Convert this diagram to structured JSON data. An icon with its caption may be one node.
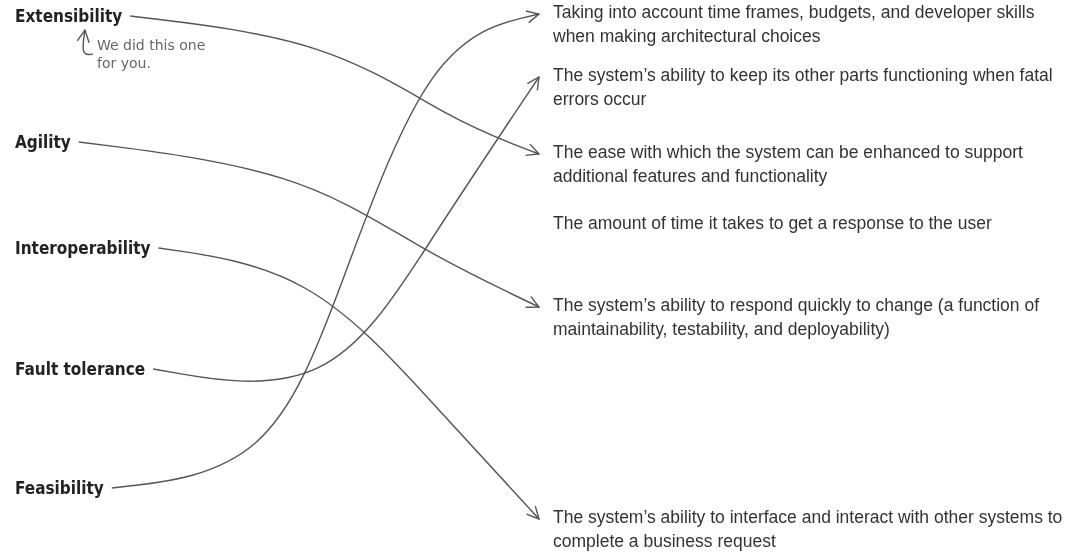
{
  "diagram": {
    "nodes": [
      {
        "text": [
          "Extensibility"
        ]
      },
      {
        "text": [
          "Agility"
        ]
      },
      {
        "text": [
          "Interoperability"
        ]
      },
      {
        "text": [
          "Fault tolerance"
        ]
      },
      {
        "text": [
          "Feasibility"
        ]
      },
      {
        "text": [
          "Taking into account time frames, budgets, and developer skills when making architectural choices"
        ]
      },
      {
        "text": [
          "The system’s ability to keep its other parts functioning when fatal errors occur"
        ]
      },
      {
        "text": [
          "The ease with which the system can be enhanced to support additional features and functionality"
        ]
      },
      {
        "text": [
          "The amount of time it takes to get a response to the user"
        ]
      },
      {
        "text": [
          "The system’s ability to respond quickly to change (a function of maintainability, testability, and deployability)"
        ]
      },
      {
        "text": [
          "The system’s ability to interface and interact with other systems to complete a business request"
        ]
      },
      {
        "text": [
          "We did this one for you."
        ]
      }
    ],
    "edges": [
      {
        "from": 0,
        "to": 7,
        "arrow": "to"
      },
      {
        "from": 1,
        "to": 9,
        "arrow": "to"
      },
      {
        "from": 2,
        "to": 10,
        "arrow": "to"
      },
      {
        "from": 3,
        "to": 6,
        "arrow": "to"
      },
      {
        "from": 4,
        "to": 5,
        "arrow": "to"
      },
      {
        "from": 11,
        "to": 0,
        "arrow": "to"
      }
    ]
  }
}
